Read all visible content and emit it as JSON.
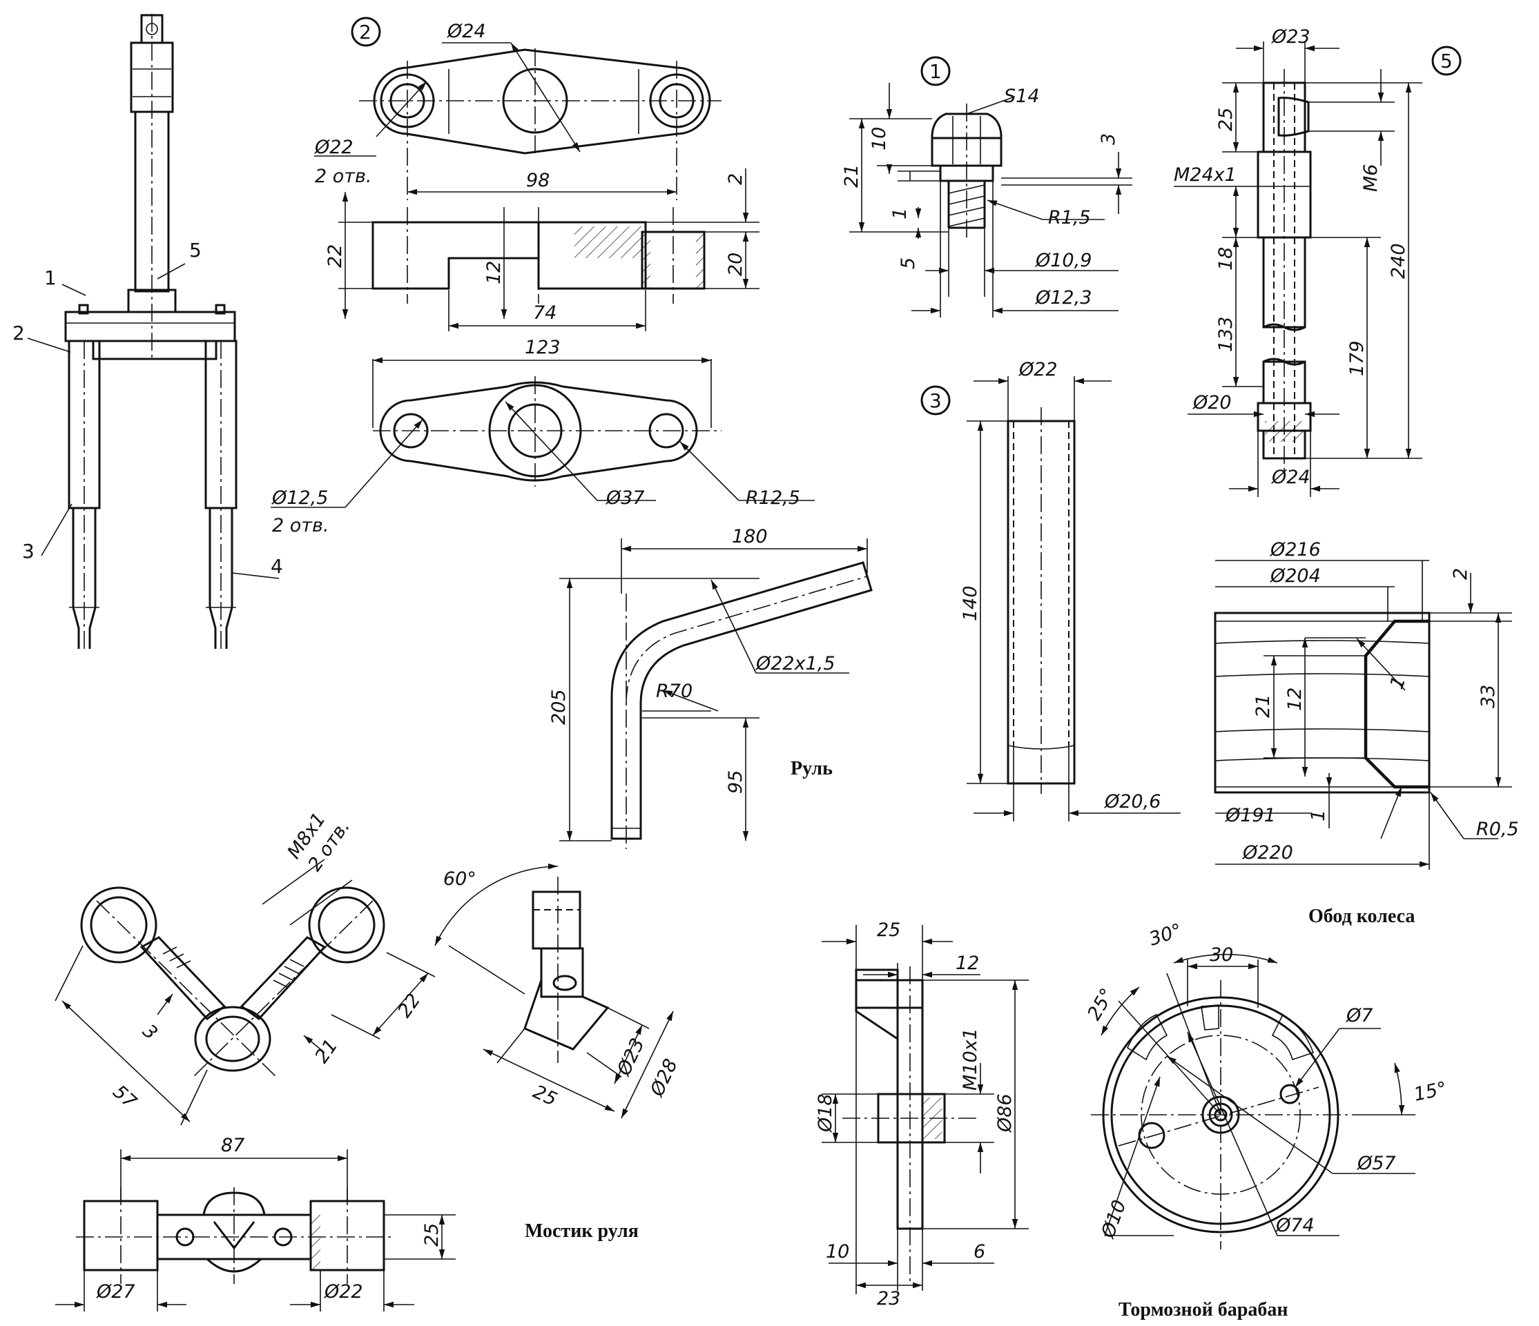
{
  "captions": {
    "handlebar": "Руль",
    "bridge": "Мостик руля",
    "rim": "Обод колеса",
    "drum": "Тормозной барабан"
  },
  "fork_labels": [
    "1",
    "2",
    "3",
    "4",
    "5"
  ],
  "part_markers": [
    "1",
    "2",
    "3",
    "5"
  ],
  "part2": {
    "d24": "Ø24",
    "d22": "Ø22",
    "holes2": "2 отв.",
    "l98": "98",
    "h22": "22",
    "h12": "12",
    "l74": "74",
    "h20": "20",
    "h2": "2",
    "l123": "123",
    "d12_5": "Ø12,5",
    "holes2b": "2 отв.",
    "d37": "Ø37",
    "r12_5": "R12,5"
  },
  "part1": {
    "s14": "S14",
    "h21": "21",
    "h10": "10",
    "h1": "1",
    "h5": "5",
    "h3": "3",
    "r1_5": "R1,5",
    "d10_9": "Ø10,9",
    "d12_3": "Ø12,3"
  },
  "part3": {
    "d22": "Ø22",
    "l140": "140",
    "d20_6": "Ø20,6"
  },
  "part5": {
    "d23": "Ø23",
    "h25": "25",
    "m6": "M6",
    "m24": "M24x1",
    "h18": "18",
    "h240": "240",
    "h133": "133",
    "h179": "179",
    "d20": "Ø20",
    "d24": "Ø24"
  },
  "handlebar": {
    "l180": "180",
    "h205": "205",
    "d22x1_5": "Ø22x1,5",
    "r70": "R70",
    "h95": "95"
  },
  "rim": {
    "d216": "Ø216",
    "d204": "Ø204",
    "h2": "2",
    "h33": "33",
    "h21": "21",
    "h12": "12",
    "t1": "1",
    "d191": "Ø191",
    "b1": "1",
    "d220": "Ø220",
    "r0_5": "R0,5"
  },
  "bridge": {
    "m8": "M8x1",
    "holes2": "2 отв.",
    "h3": "3",
    "l57": "57",
    "h22": "22",
    "h21": "21",
    "a60": "60°",
    "l25": "25",
    "d23": "Ø23",
    "d28": "Ø28",
    "l87": "87",
    "h25": "25",
    "d27": "Ø27",
    "d22": "Ø22"
  },
  "drum": {
    "l25": "25",
    "l12": "12",
    "m10": "M10x1",
    "d18": "Ø18",
    "d86": "Ø86",
    "l10": "10",
    "l6": "6",
    "l23": "23",
    "a30": "30°",
    "l30": "30",
    "a25": "25°",
    "d7": "Ø7",
    "a15": "15°",
    "d57": "Ø57",
    "d10": "Ø10",
    "d74": "Ø74"
  }
}
